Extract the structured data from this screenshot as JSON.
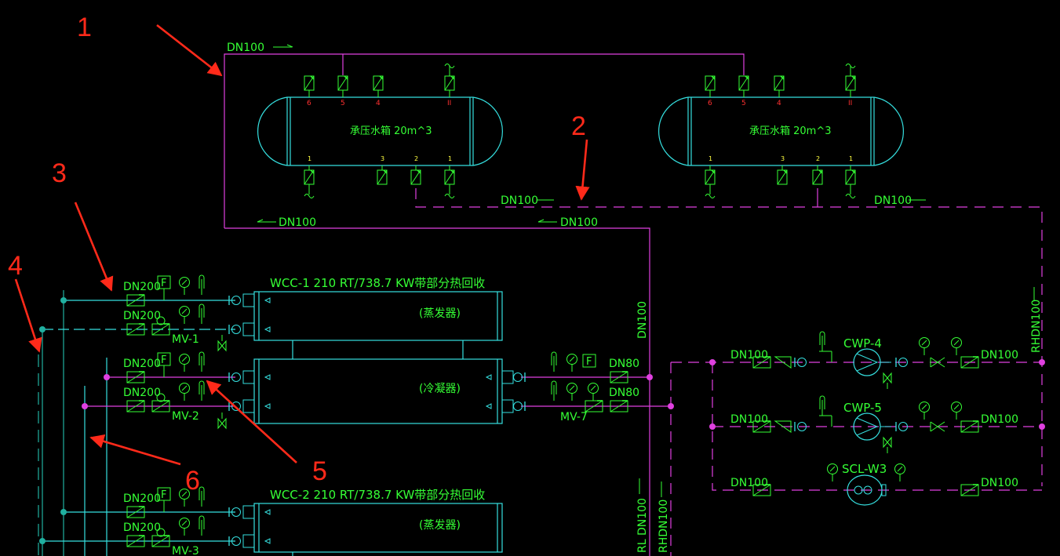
{
  "callouts": [
    "1",
    "2",
    "3",
    "4",
    "5",
    "6"
  ],
  "tanks": [
    {
      "label": "承压水箱 20m^3",
      "top_ports": [
        "6",
        "5",
        "4",
        "II"
      ],
      "bottom_ports": [
        "1",
        "3",
        "2",
        "1"
      ]
    },
    {
      "label": "承压水箱 20m^3",
      "top_ports": [
        "6",
        "5",
        "4",
        "II"
      ],
      "bottom_ports": [
        "1",
        "3",
        "2",
        "1"
      ]
    }
  ],
  "pipes": {
    "top_supply": "DN100",
    "return_left": "DN100",
    "return_mid": "DN100",
    "dashed_mid": "DN100",
    "dashed_right": "DN100",
    "riser": "DN100",
    "rh_riser": "RHDN100",
    "rl_bottom": "RL DN100",
    "rh_bottom": "RHDN100"
  },
  "chillers": [
    {
      "title": "WCC-1  210 RT/738.7 KW带部分热回收",
      "evaporator": "(蒸发器)",
      "condenser": "(冷凝器)",
      "rows": [
        {
          "size": "DN200",
          "valve": ""
        },
        {
          "size": "DN200",
          "valve": "MV-1"
        },
        {
          "size": "DN200",
          "valve": ""
        },
        {
          "size": "DN200",
          "valve": "MV-2"
        }
      ],
      "cond_outlets": [
        {
          "size": "DN80",
          "valve": ""
        },
        {
          "size": "DN80",
          "valve": "MV-7"
        }
      ]
    },
    {
      "title": "WCC-2  210 RT/738.7 KW带部分热回收",
      "evaporator": "(蒸发器)",
      "rows": [
        {
          "size": "DN200",
          "valve": ""
        },
        {
          "size": "DN200",
          "valve": "MV-3"
        }
      ]
    }
  ],
  "pumps": [
    {
      "name": "CWP-4",
      "in_size": "DN100",
      "out_size": "DN100"
    },
    {
      "name": "CWP-5",
      "in_size": "DN100",
      "out_size": "DN100"
    },
    {
      "name": "SCL-W3",
      "in_size": "DN100",
      "out_size": "DN100"
    }
  ],
  "flow_meter_symbol": "F",
  "colors": {
    "background": "#000000",
    "pipe_magenta": "#e040e0",
    "pipe_cyan": "#35e0e0",
    "pipe_teal": "#20b0a0",
    "text_green": "#35ff35",
    "annotation_red": "#ff2a1a",
    "port_red": "#ff3030"
  }
}
